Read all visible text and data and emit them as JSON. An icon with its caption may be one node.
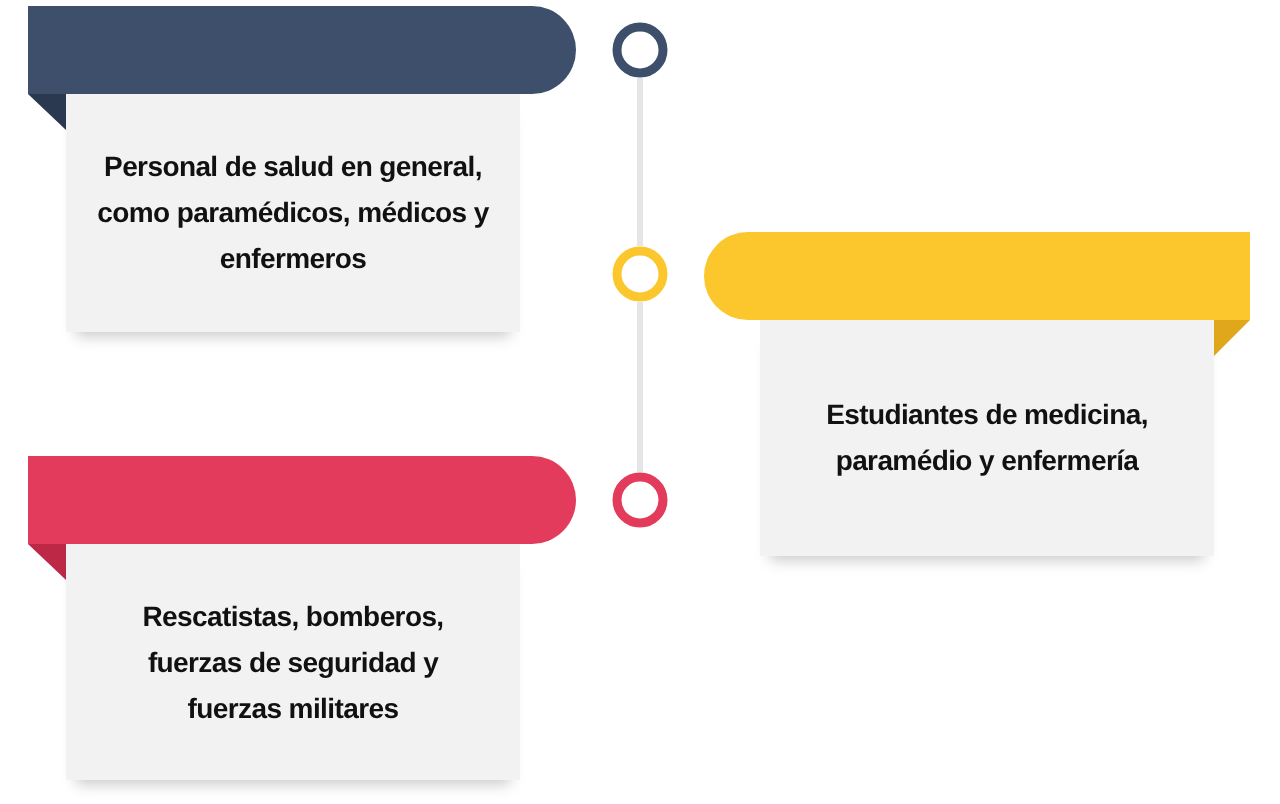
{
  "diagram": {
    "nodes": [
      {
        "text": [
          "Personal de salud en general, como paramédicos, médicos y enfermeros"
        ]
      },
      {
        "text": [],
        "shape": "circle"
      },
      {
        "text": [],
        "shape": "circle"
      },
      {
        "text": [
          "Estudiantes de medicina, paramédio y enfermería"
        ]
      },
      {
        "text": [
          "Rescatistas, bomberos, fuerzas de seguridad y fuerzas militares"
        ]
      },
      {
        "text": [],
        "shape": "circle"
      }
    ],
    "edges": [
      {
        "from": 1,
        "to": 2,
        "arrow": "none"
      },
      {
        "from": 2,
        "to": 5,
        "arrow": "none"
      }
    ]
  }
}
